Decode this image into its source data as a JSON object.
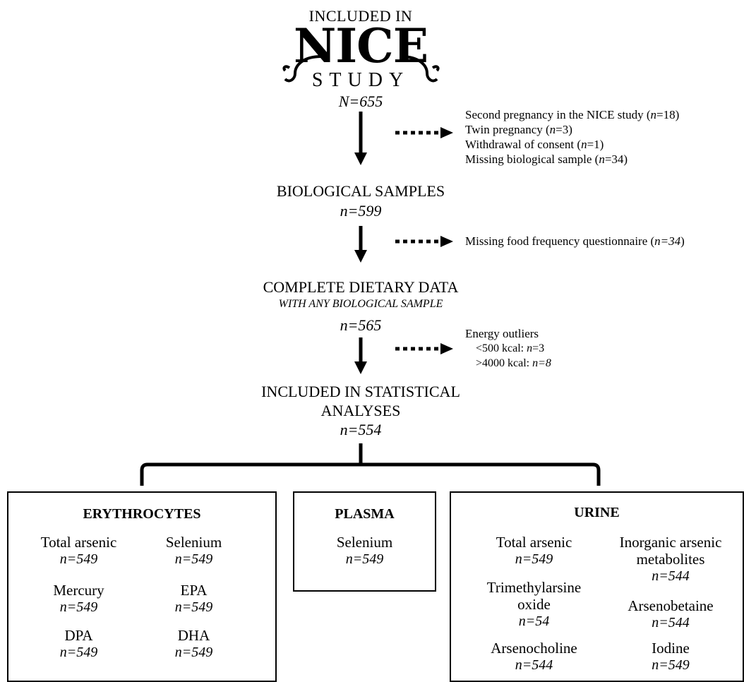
{
  "logo": {
    "top_text": "INCLUDED IN",
    "brand": "NICE",
    "bottom_text": "STUDY",
    "total": "N=655"
  },
  "exclusions": {
    "first": [
      {
        "label": "Second pregnancy in the NICE study (",
        "n": "n",
        "rest": "=18)"
      },
      {
        "label": "Twin pregnancy (",
        "n": "n",
        "rest": "=3)"
      },
      {
        "label": "Withdrawal of consent (",
        "n": "n",
        "rest": "=1)"
      },
      {
        "label": "Missing biological sample (",
        "n": "n",
        "rest": "=34)"
      }
    ],
    "second": {
      "label": "Missing food frequency questionnaire (",
      "n": "n=34",
      "rest": ")"
    },
    "third": {
      "title": "Energy outliers",
      "low": {
        "label": "<500 kcal: ",
        "n": "n",
        "rest": "=3"
      },
      "high": {
        "label": ">4000 kcal: ",
        "n": "n=8"
      }
    }
  },
  "steps": {
    "biological": {
      "label": "BIOLOGICAL SAMPLES",
      "n": "n=599"
    },
    "dietary": {
      "label": "COMPLETE DIETARY DATA",
      "sub": "WITH ANY BIOLOGICAL SAMPLE",
      "n": "n=565"
    },
    "statistical": {
      "line1": "INCLUDED IN STATISTICAL",
      "line2": "ANALYSES",
      "n": "n=554"
    }
  },
  "erythrocytes": {
    "title": "ERYTHROCYTES",
    "items": [
      {
        "label": "Total arsenic",
        "n": "n=549"
      },
      {
        "label": "Selenium",
        "n": "n=549"
      },
      {
        "label": "Mercury",
        "n": "n=549"
      },
      {
        "label": "EPA",
        "n": "n=549"
      },
      {
        "label": "DPA",
        "n": "n=549"
      },
      {
        "label": "DHA",
        "n": "n=549"
      }
    ]
  },
  "plasma": {
    "title": "PLASMA",
    "items": [
      {
        "label": "Selenium",
        "n": "n=549"
      }
    ]
  },
  "urine": {
    "title": "URINE",
    "items": [
      {
        "label": "Total arsenic",
        "n": "n=549"
      },
      {
        "label1": "Inorganic arsenic",
        "label2": "metabolites",
        "n": "n=544"
      },
      {
        "label1": "Trimethylarsine",
        "label2": "oxide",
        "n": "n=54"
      },
      {
        "label": "Arsenobetaine",
        "n": "n=544"
      },
      {
        "label": "Arsenocholine",
        "n": "n=544"
      },
      {
        "label": "Iodine",
        "n": "n=549"
      }
    ]
  }
}
